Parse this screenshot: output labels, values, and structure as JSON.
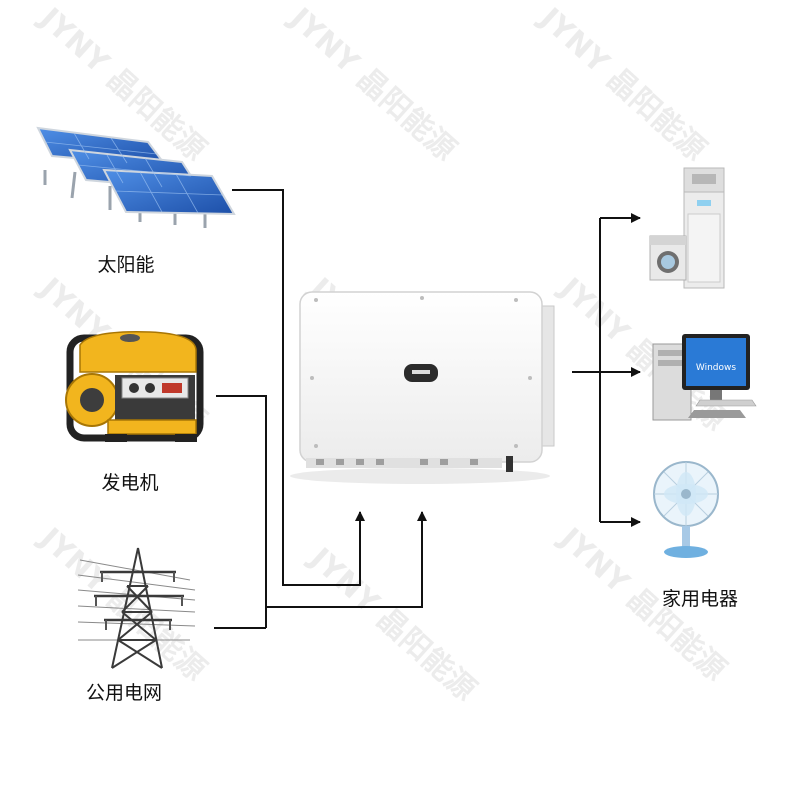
{
  "sources": [
    {
      "label": "太阳能"
    },
    {
      "label": "发电机"
    },
    {
      "label": "公用电网"
    }
  ],
  "loads": {
    "label": "家用电器",
    "screen_text": "Windows"
  },
  "watermark": {
    "text": "JYNY 晶阳能源"
  },
  "colors": {
    "line": "#111111",
    "solar_panel": "#2a6fd0",
    "generator_yellow": "#f2b51e",
    "inverter_body": "#f7f7f7",
    "tower": "#3a3a3a"
  }
}
